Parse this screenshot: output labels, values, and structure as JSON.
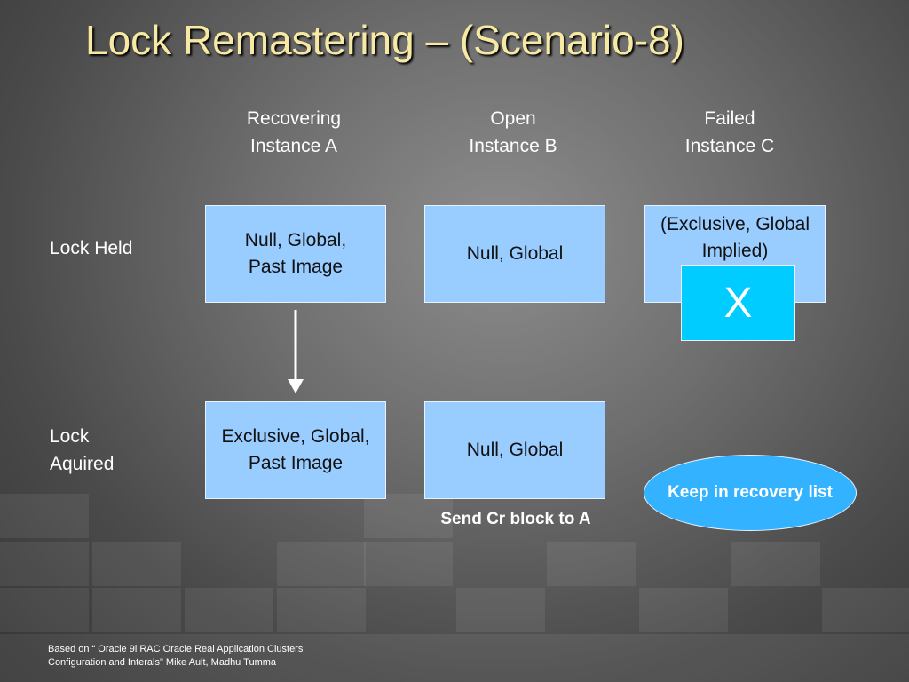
{
  "slide": {
    "title": "Lock Remastering – (Scenario-8)",
    "columns": [
      {
        "line1": "Recovering",
        "line2": "Instance A"
      },
      {
        "line1": "Open",
        "line2": "Instance B"
      },
      {
        "line1": "Failed",
        "line2": "Instance C"
      }
    ],
    "rows": {
      "held": "Lock Held",
      "acquired_line1": "Lock",
      "acquired_line2": "Aquired"
    },
    "boxes": {
      "a_held_line1": "Null, Global,",
      "a_held_line2": "Past Image",
      "b_held": "Null, Global",
      "c_held_line1": "(Exclusive, Global",
      "c_held_line2": "Implied)",
      "c_failed_mark": "X",
      "a_acquired_line1": "Exclusive, Global,",
      "a_acquired_line2": "Past Image",
      "b_acquired": "Null, Global"
    },
    "notes": {
      "send_cr": "Send Cr block to A",
      "keep_recovery": "Keep in recovery list"
    },
    "footnote": {
      "line1": "Based on “ Oracle 9i RAC Oracle Real Application Clusters",
      "line2": "Configuration and Interals\"  Mike Ault, Madhu Tumma"
    },
    "colors": {
      "title": "#f7e9a4",
      "box_fill": "#99ccff",
      "failed_mark_fill": "#00ccff",
      "oval_fill": "#33b3ff"
    }
  }
}
